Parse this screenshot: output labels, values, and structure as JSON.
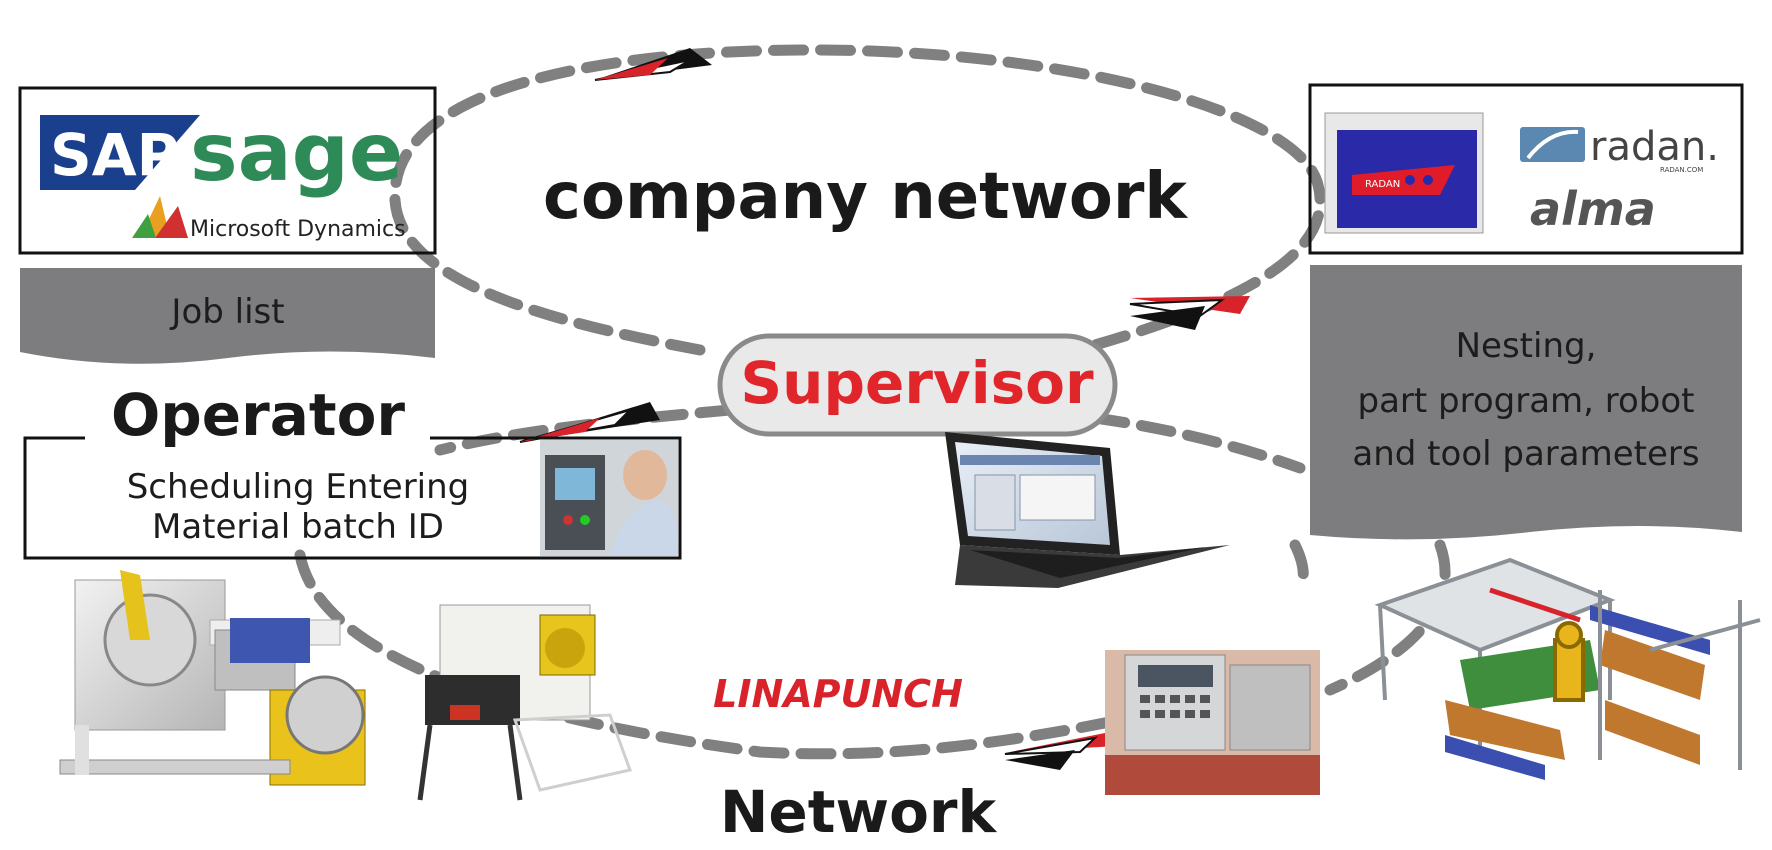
{
  "customer_erp": {
    "title": "Customer ERP",
    "logos": [
      "SAP",
      "sage",
      "Microsoft Dynamics"
    ],
    "note": "Job list"
  },
  "cam": {
    "title": "CAM processor",
    "logos": [
      "radan.",
      "RADAN.COM",
      "alma"
    ],
    "screen_label": "RADAN",
    "note_lines": [
      "Nesting,",
      "part program, robot",
      "and tool parameters"
    ]
  },
  "company_network": "company network",
  "supervisor": "Supervisor",
  "operator": {
    "title": "Operator",
    "lines": [
      "Scheduling Entering",
      "Material batch ID"
    ]
  },
  "linapunch": "LINAPUNCH",
  "network": "Network",
  "colors": {
    "network_line": "#808080",
    "supervisor_red": "#e0262b",
    "note_grey": "#7d7d7f",
    "sap_blue": "#1a3f8c",
    "sage_green": "#2e8b57",
    "arrow_red": "#d9232a"
  }
}
